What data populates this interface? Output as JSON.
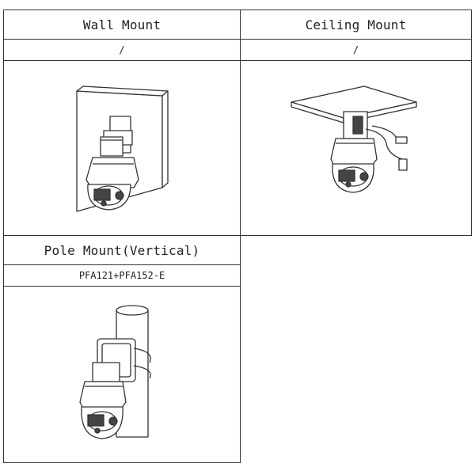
{
  "mounts": [
    {
      "title": "Wall Mount",
      "model": "/",
      "illustration": "wall-mount-illustration"
    },
    {
      "title": "Ceiling Mount",
      "model": "/",
      "illustration": "ceiling-mount-illustration"
    },
    {
      "title": "Pole Mount(Vertical)",
      "model": "PFA121+PFA152-E",
      "illustration": "pole-mount-illustration"
    }
  ],
  "colors": {
    "line": "#333333",
    "background": "#ffffff",
    "shade": "#444444"
  }
}
